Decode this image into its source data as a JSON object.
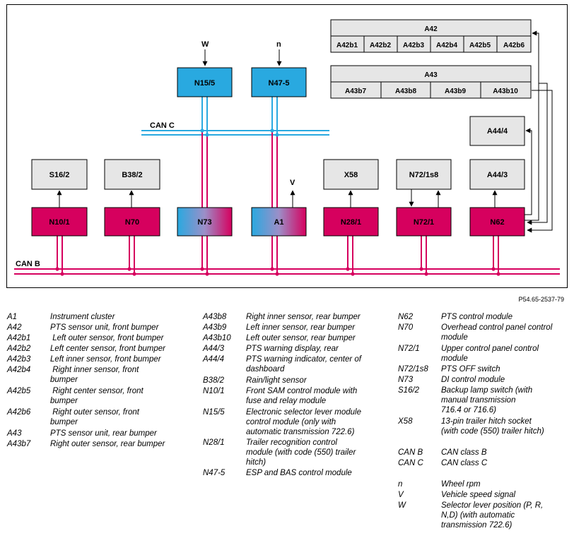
{
  "diagram": {
    "bus_labels": {
      "can_c": "CAN C",
      "can_b": "CAN B"
    },
    "signal_labels": {
      "w": "W",
      "n": "n",
      "v": "V"
    },
    "boxes": {
      "a42": "A42",
      "a42_subs": [
        "A42b1",
        "A42b2",
        "A42b3",
        "A42b4",
        "A42b5",
        "A42b6"
      ],
      "a43": "A43",
      "a43_subs": [
        "A43b7",
        "A43b8",
        "A43b9",
        "A43b10"
      ],
      "a44_4": "A44/4",
      "n15_5": "N15/5",
      "n47_5": "N47-5",
      "s16_2": "S16/2",
      "b38_2": "B38/2",
      "x58": "X58",
      "n72_1s8": "N72/1s8",
      "a44_3": "A44/3",
      "n10_1": "N10/1",
      "n70": "N70",
      "n73": "N73",
      "a1": "A1",
      "n28_1": "N28/1",
      "n72_1": "N72/1",
      "n62": "N62"
    },
    "colors": {
      "module_magenta": "#d6005e",
      "bus_cyan": "#29a9e0",
      "sensor_gray": "#e6e6e6",
      "can_b_line": "#d6005e"
    }
  },
  "ref_code": "P54.65-2537-79",
  "legend": {
    "col1": [
      {
        "code": "A1",
        "desc": [
          "Instrument cluster"
        ]
      },
      {
        "code": "A42",
        "desc": [
          "PTS sensor unit, front bumper"
        ]
      },
      {
        "code": "A42b1",
        "desc": [
          " Left outer sensor, front bumper"
        ]
      },
      {
        "code": "A42b2",
        "desc": [
          "Left center sensor, front bumper"
        ]
      },
      {
        "code": "A42b3",
        "desc": [
          "Left inner sensor, front bumper"
        ]
      },
      {
        "code": "A42b4",
        "desc": [
          " Right inner sensor, front",
          "bumper"
        ]
      },
      {
        "code": "A42b5",
        "desc": [
          " Right center sensor, front",
          "bumper"
        ]
      },
      {
        "code": "A42b6",
        "desc": [
          " Right outer sensor, front",
          "bumper"
        ]
      },
      {
        "code": "A43",
        "desc": [
          "PTS sensor unit, rear bumper"
        ]
      },
      {
        "code": "A43b7",
        "desc": [
          "Right outer sensor, rear bumper"
        ]
      }
    ],
    "col2": [
      {
        "code": "A43b8",
        "desc": [
          "Right inner sensor, rear bumper"
        ]
      },
      {
        "code": "A43b9",
        "desc": [
          "Left inner sensor, rear bumper"
        ]
      },
      {
        "code": "A43b10",
        "desc": [
          "Left outer sensor, rear bumper"
        ]
      },
      {
        "code": "A44/3",
        "desc": [
          "PTS warning display, rear"
        ]
      },
      {
        "code": "A44/4",
        "desc": [
          "PTS warning indicator, center of",
          "dashboard"
        ]
      },
      {
        "code": "B38/2",
        "desc": [
          "Rain/light sensor"
        ]
      },
      {
        "code": "N10/1",
        "desc": [
          "Front SAM control module with",
          "fuse and relay module"
        ]
      },
      {
        "code": "N15/5",
        "desc": [
          "Electronic selector lever module",
          "control module (only with",
          "automatic transmission 722.6)"
        ]
      },
      {
        "code": "N28/1",
        "desc": [
          "Trailer recognition control",
          "module (with code (550) trailer",
          "hitch)"
        ]
      },
      {
        "code": "N47-5",
        "desc": [
          "ESP and BAS control module"
        ]
      }
    ],
    "col3": [
      {
        "code": "N62",
        "desc": [
          "PTS control module"
        ]
      },
      {
        "code": "N70",
        "desc": [
          "Overhead control panel control",
          "module"
        ]
      },
      {
        "code": "N72/1",
        "desc": [
          "Upper control panel control",
          "module"
        ]
      },
      {
        "code": "N72/1s8",
        "desc": [
          "PTS OFF switch"
        ]
      },
      {
        "code": "N73",
        "desc": [
          "DI control module"
        ]
      },
      {
        "code": "S16/2",
        "desc": [
          "Backup lamp switch (with",
          "manual transmission",
          "716.4 or 716.6)"
        ]
      },
      {
        "code": "X58",
        "desc": [
          "13-pin trailer hitch socket",
          "(with code (550) trailer hitch)"
        ]
      },
      {
        "code": "CAN B",
        "desc": [
          "CAN class B"
        ]
      },
      {
        "code": "CAN C",
        "desc": [
          "CAN class C"
        ]
      },
      {
        "code": "n",
        "desc": [
          "Wheel rpm"
        ]
      },
      {
        "code": "V",
        "desc": [
          "Vehicle speed signal"
        ]
      },
      {
        "code": "W",
        "desc": [
          "Selector lever position (P, R,",
          "N,D) (with automatic",
          "transmission 722.6)"
        ]
      }
    ]
  }
}
